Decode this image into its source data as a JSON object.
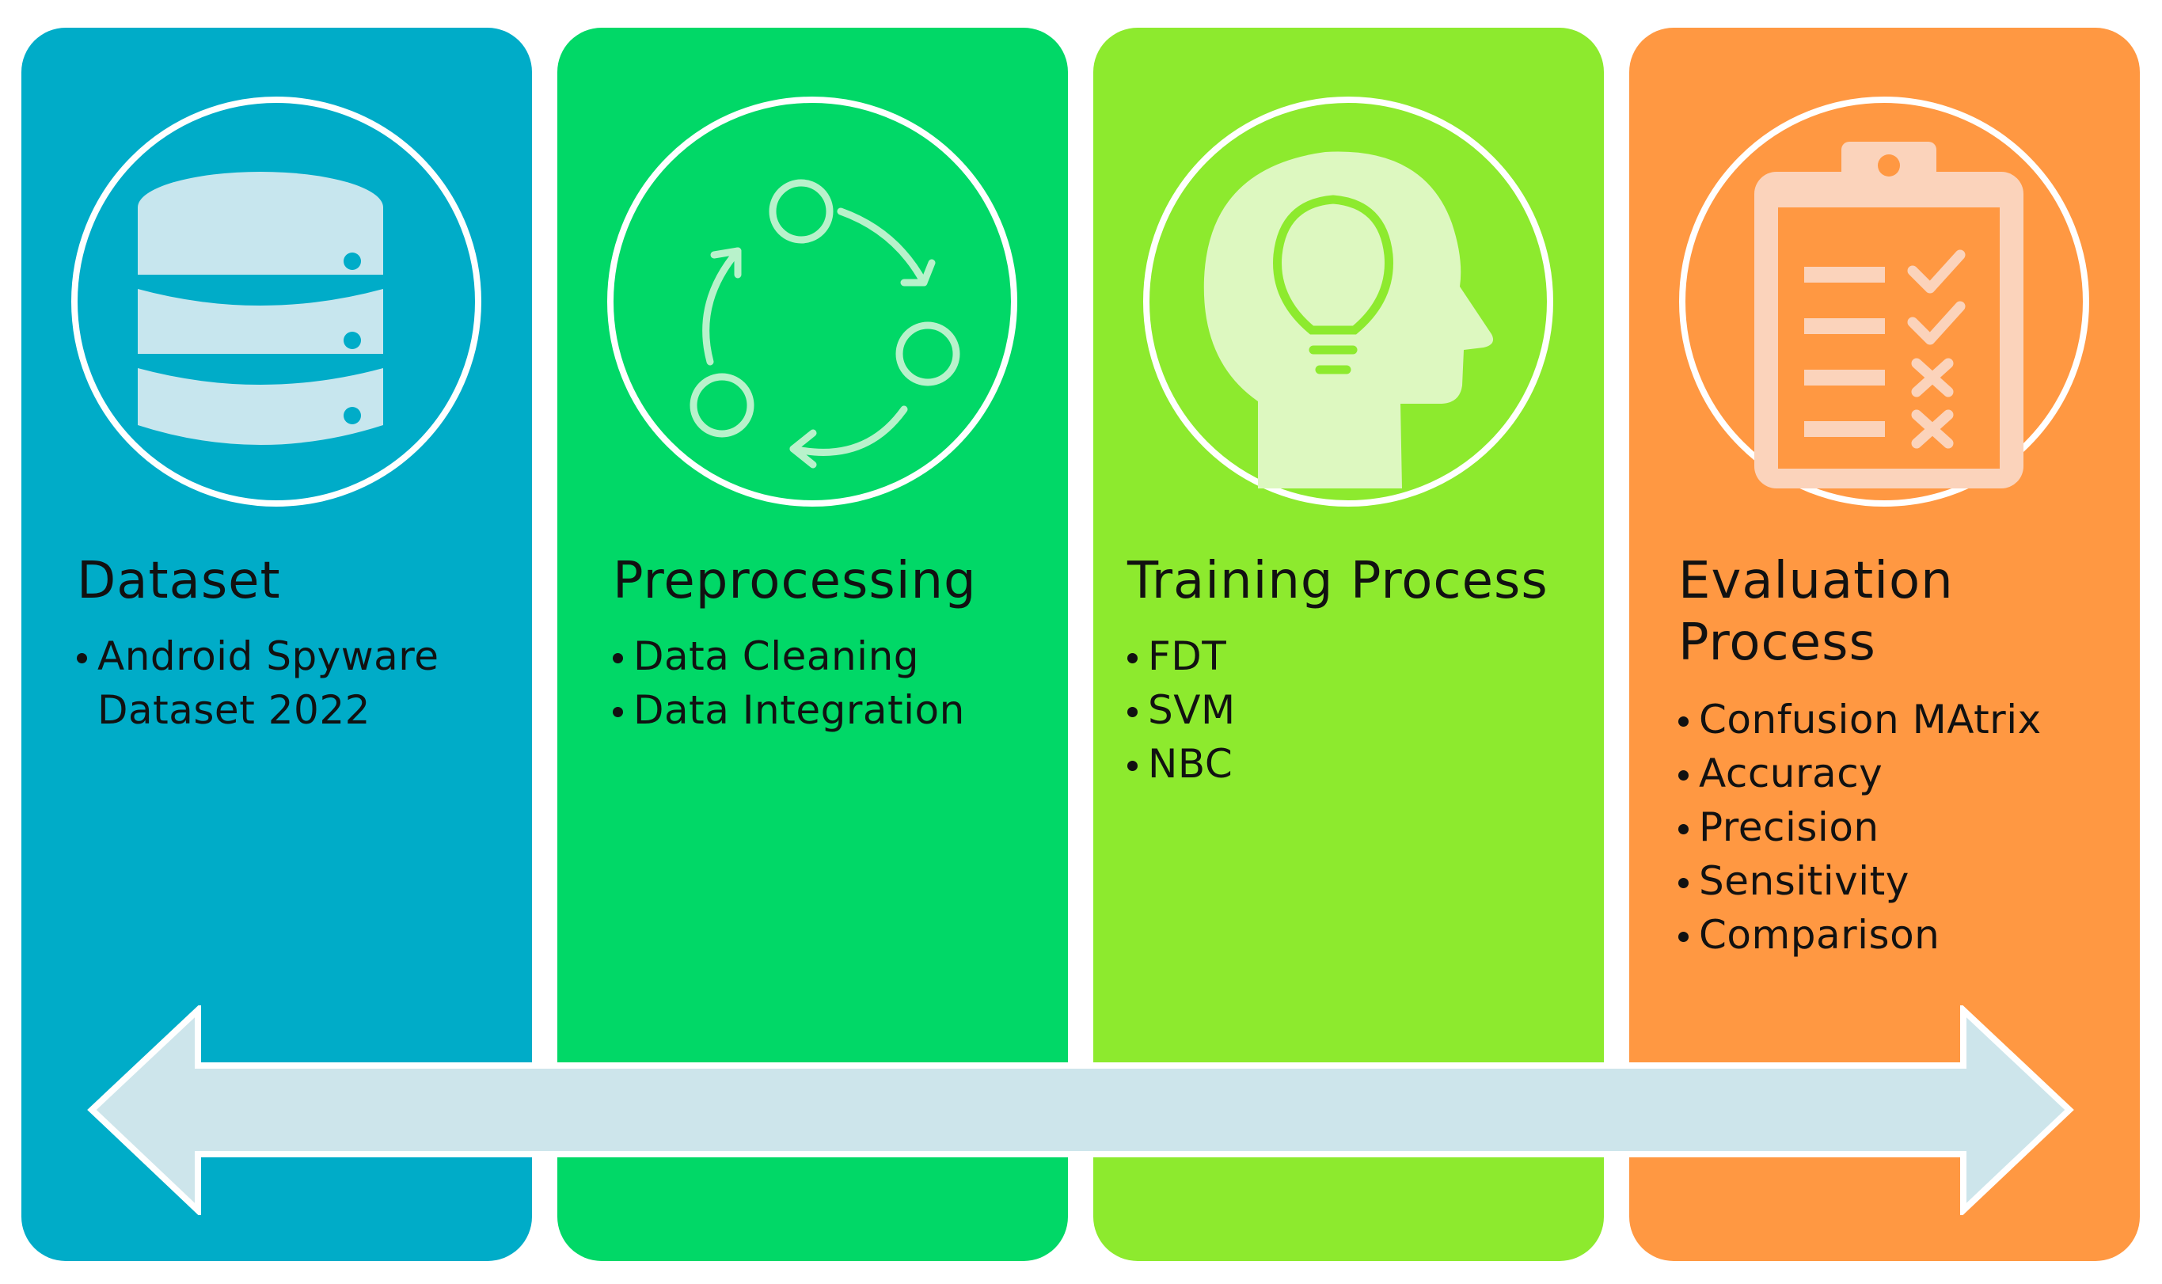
{
  "colors": {
    "dataset": "#00acc8",
    "preprocessing": "#01d867",
    "training": "#8dea2e",
    "evaluation": "#ff9842",
    "arrow": "#cde5eb",
    "icon_fill": "#c7e6ee"
  },
  "panels": [
    {
      "title": "Dataset",
      "icon": "database-icon",
      "items": [
        "Android Spyware Dataset 2022"
      ]
    },
    {
      "title": "Preprocessing",
      "icon": "cycle-icon",
      "items": [
        "Data Cleaning",
        "Data Integration"
      ]
    },
    {
      "title": "Training Process",
      "icon": "head-lightbulb-icon",
      "items": [
        "FDT",
        "SVM",
        "NBC"
      ]
    },
    {
      "title": "Evaluation Process",
      "icon": "clipboard-checklist-icon",
      "items": [
        "Confusion MAtrix",
        "Accuracy",
        "Precision",
        "Sensitivity",
        "Comparison"
      ]
    }
  ],
  "arrow_icon": "double-arrow-icon"
}
